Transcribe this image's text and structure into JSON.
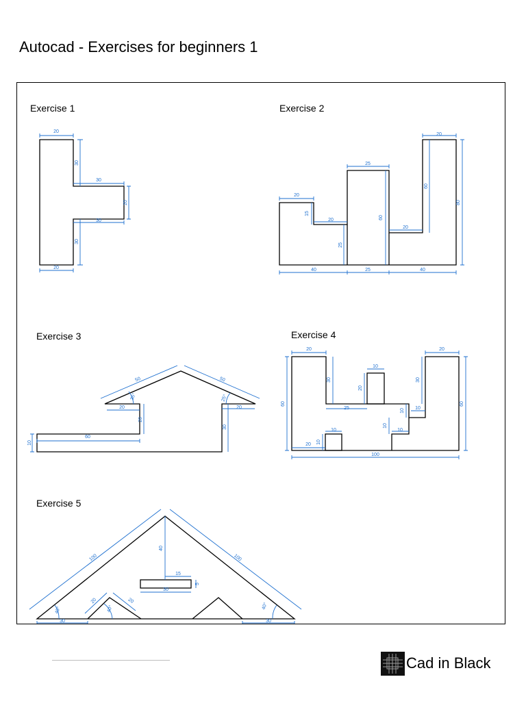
{
  "document": {
    "title": "Autocad - Exercises for beginners 1"
  },
  "exercises": [
    {
      "title": "Exercise 1",
      "dimensions": [
        "20",
        "30",
        "30",
        "20",
        "30",
        "30",
        "20"
      ]
    },
    {
      "title": "Exercise 2",
      "dimensions": [
        "20",
        "15",
        "20",
        "25",
        "25",
        "60",
        "20",
        "20",
        "60",
        "80",
        "40",
        "25",
        "40"
      ]
    },
    {
      "title": "Exercise 3",
      "dimensions": [
        "50",
        "50",
        "35°",
        "25°",
        "20",
        "20",
        "20",
        "30",
        "60",
        "10"
      ]
    },
    {
      "title": "Exercise 4",
      "dimensions": [
        "20",
        "20",
        "10",
        "30",
        "20",
        "30",
        "25",
        "10",
        "10",
        "60",
        "60",
        "10",
        "10",
        "10",
        "20",
        "10",
        "100"
      ]
    },
    {
      "title": "Exercise 5",
      "dimensions": [
        "100",
        "100",
        "40",
        "15",
        "5",
        "30",
        "20",
        "20",
        "40°",
        "40°",
        "40°",
        "30",
        "30"
      ]
    }
  ],
  "brand": {
    "name": "Cad in Black",
    "logo_icon": "cad-in-black-logo-icon"
  },
  "colors": {
    "dimension_blue": "#1d6fcf",
    "outline_black": "#000000"
  }
}
